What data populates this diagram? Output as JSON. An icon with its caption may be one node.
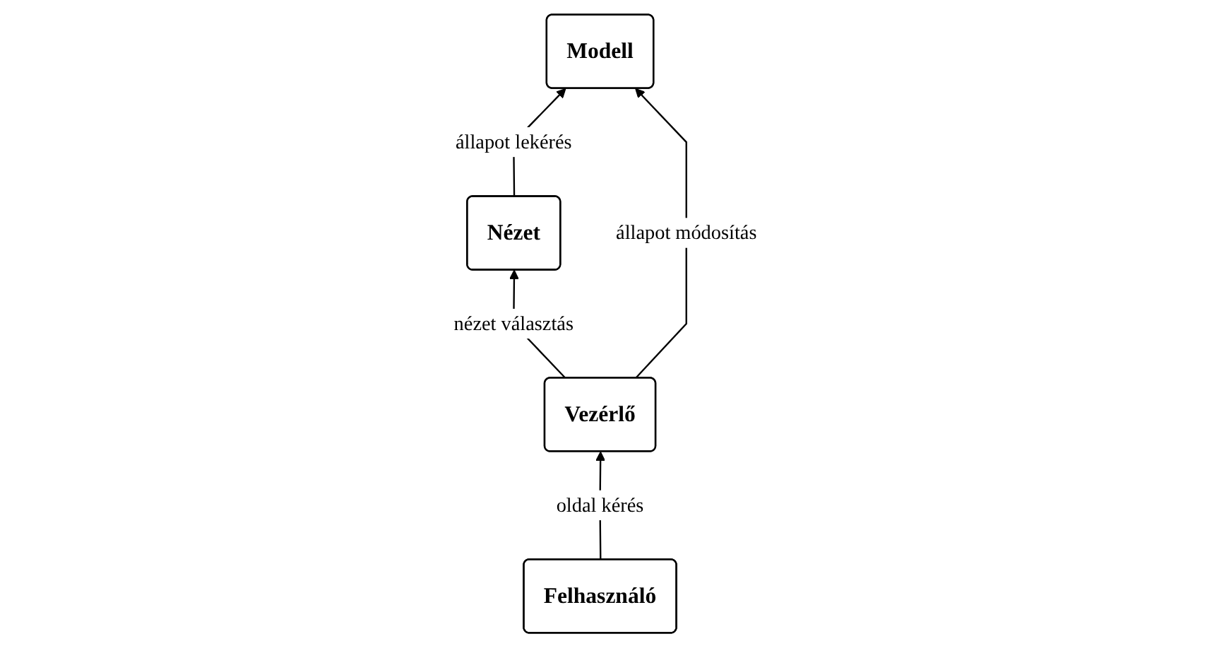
{
  "diagram": {
    "nodes": [
      {
        "text": [
          "Modell"
        ]
      },
      {
        "text": [
          "Nézet"
        ]
      },
      {
        "text": [
          "Vezérlő"
        ]
      },
      {
        "text": [
          "Felhasználó"
        ]
      }
    ],
    "edges": [
      {
        "from": 1,
        "to": 0,
        "arrow": "to",
        "label": "állapot lekérés"
      },
      {
        "from": 2,
        "to": 0,
        "arrow": "to",
        "label": "állapot módosítás"
      },
      {
        "from": 2,
        "to": 1,
        "arrow": "to",
        "label": "nézet választás"
      },
      {
        "from": 3,
        "to": 2,
        "arrow": "to",
        "label": "oldal kérés"
      }
    ]
  }
}
